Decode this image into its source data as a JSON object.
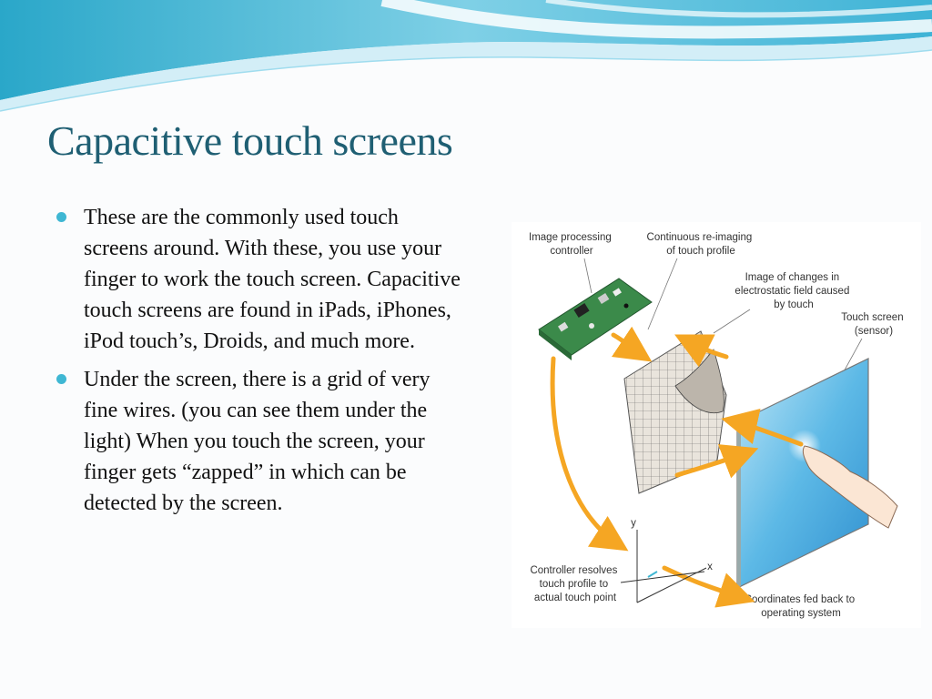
{
  "slide": {
    "title": "Capacitive touch screens",
    "bullets": [
      "These are the commonly used touch screens around. With these, you use your finger to work the touch screen. Capacitive touch screens are found in iPads, iPhones, iPod touch’s, Droids, and much more.",
      "Under the screen, there is a grid of very fine wires. (you can see them under the light) When you touch the screen, your finger gets “zapped” in which can be detected by the screen."
    ]
  },
  "diagram": {
    "labels": {
      "controller": [
        "Image processing",
        "controller"
      ],
      "reimaging": [
        "Continuous re-imaging",
        "of touch profile"
      ],
      "changes": [
        "Image of changes in",
        "electrostatic field caused",
        "by touch"
      ],
      "sensor": [
        "Touch screen",
        "(sensor)"
      ],
      "resolves": [
        "Controller resolves",
        "touch profile to",
        "actual touch point"
      ],
      "coordinates": [
        "Coordinates fed back to",
        "operating system"
      ],
      "axis_x": "x",
      "axis_y": "y"
    }
  },
  "colors": {
    "title": "#1f5f73",
    "bullet": "#3fb7d3",
    "arrow": "#f5a623",
    "screen": "#6ec3ea",
    "board": "#3b8a4a"
  }
}
